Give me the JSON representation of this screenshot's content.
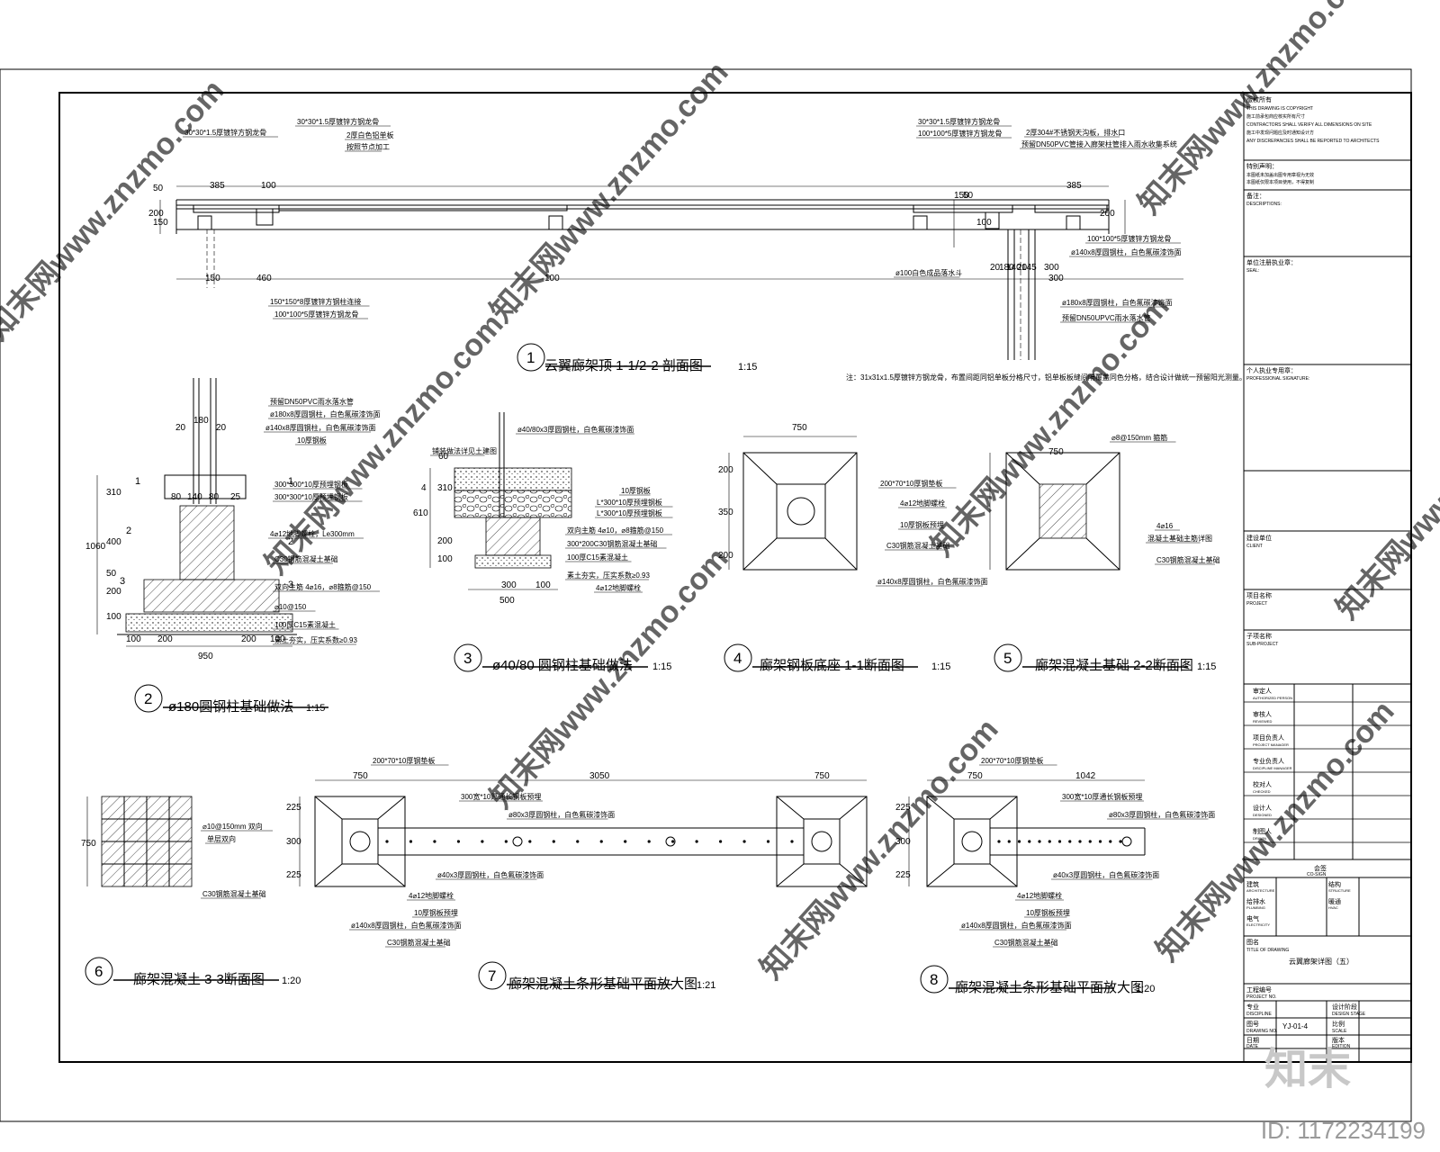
{
  "drawings": {
    "d1": {
      "num": "1",
      "title": "云翼廊架顶 1-1/2-2 剖面图",
      "scale": "1:15",
      "labels": [
        "30*30*1.5厚镀锌方钢龙骨",
        "30*30*1.5厚镀锌方钢龙骨",
        "2厚白色铝单板",
        "按照节点加工",
        "30*30*1.5厚镀锌方钢龙骨",
        "100*100*5厚镀锌方钢龙骨",
        "2厚304#不锈钢天沟板，排水口",
        "预留DN50PVC管接入廊架柱管排入雨水收集系统",
        "100*100*5厚镀锌方钢龙骨",
        "ø140x8厚圆钢柱，白色氟碳漆饰面",
        "ø100白色成品落水斗",
        "150*150*8厚镀锌方钢柱连接",
        "100*100*5厚镀锌方钢龙骨",
        "ø180x8厚圆钢柱，白色氟碳漆饰面",
        "预留DN50UPVC雨水落水管"
      ],
      "dims": [
        "385",
        "100",
        "200",
        "50",
        "150",
        "460",
        "150",
        "100",
        "300",
        "100",
        "150",
        "385",
        "180",
        "145",
        "300",
        "200",
        "20",
        "140",
        "20",
        "50"
      ],
      "note": "注：31x31x1.5厚镀锌方钢龙骨，布置间距同铝单板分格尺寸，铝单板板缝间隔覆盖同色分格，结合设计做统一预留阳光测量。"
    },
    "d2": {
      "num": "2",
      "title": "ø180圆钢柱基础做法",
      "scale": "1:15",
      "labels": [
        "预留DN50PVC雨水落水管",
        "ø180x8厚圆钢柱，白色氟碳漆饰面",
        "ø140x8厚圆钢柱，白色氟碳漆饰面",
        "10厚钢板",
        "300*300*10厚预埋钢板",
        "300*300*10厚预埋钢板",
        "4⌀12地脚螺栓，Le300mm",
        "C30钢筋混凝土基础",
        "双向主筋 4⌀16，⌀8箍筋@150",
        "⌀10@150",
        "100厚C15素混凝土",
        "素土夯实，压实系数≥0.93"
      ],
      "dims": [
        "180",
        "20",
        "20",
        "310",
        "400",
        "50",
        "200",
        "100",
        "1060",
        "80",
        "140",
        "80",
        "25",
        "100",
        "200",
        "200",
        "100",
        "950"
      ],
      "marks": [
        "1",
        "1",
        "2",
        "2",
        "3",
        "3"
      ]
    },
    "d3": {
      "num": "3",
      "title": "ø40/80 圆钢柱基础做法",
      "scale": "1:15",
      "labels": [
        "ø40/80x3厚圆钢柱，白色氟碳漆饰面",
        "铺装做法详见土建图",
        "10厚钢板",
        "L*300*10厚预埋钢板",
        "L*300*10厚预埋钢板",
        "双向主筋 4⌀10，⌀8箍筋@150",
        "300*200C30钢筋混凝土基础",
        "100厚C15素混凝土",
        "素土夯实，压实系数≥0.93",
        "4⌀12地脚螺栓"
      ],
      "dims": [
        "60",
        "310",
        "200",
        "100",
        "610",
        "4",
        "300",
        "100",
        "500"
      ]
    },
    "d4": {
      "num": "4",
      "title": "廊架钢板底座 1-1断面图",
      "scale": "1:15",
      "labels": [
        "200*70*10厚钢垫板",
        "4⌀12地脚螺栓",
        "10厚钢板预埋",
        "C30钢筋混凝土基础",
        "ø140x8厚圆钢柱，白色氟碳漆饰面"
      ],
      "dims": [
        "750",
        "200",
        "350",
        "200"
      ]
    },
    "d5": {
      "num": "5",
      "title": "廊架混凝土基础 2-2断面图",
      "scale": "1:15",
      "labels": [
        "⌀8@150mm 箍筋",
        "4⌀16",
        "混凝土基础主筋详图",
        "C30钢筋混凝土基础"
      ],
      "dims": [
        "750"
      ]
    },
    "d6": {
      "num": "6",
      "title": "廊架混凝土 3-3断面图",
      "scale": "1:20",
      "labels": [
        "⌀10@150mm 双向",
        "单层双向",
        "C30钢筋混凝土基础"
      ],
      "dims": [
        "750"
      ]
    },
    "d7": {
      "num": "7",
      "title": "廊架混凝土条形基础平面放大图",
      "scale": "1:21",
      "labels": [
        "200*70*10厚钢垫板",
        "300宽*10厚通长钢板预埋",
        "ø80x3厚圆钢柱，白色氟碳漆饰面",
        "ø40x3厚圆钢柱，白色氟碳漆饰面",
        "4⌀12地脚螺栓",
        "10厚钢板预埋",
        "ø140x8厚圆钢柱，白色氟碳漆饰面",
        "C30钢筋混凝土基础"
      ],
      "dims": [
        "750",
        "3050",
        "750",
        "225",
        "300",
        "225"
      ]
    },
    "d8": {
      "num": "8",
      "title": "廊架混凝土条形基础平面放大图",
      "scale": "1:20",
      "labels": [
        "200*70*10厚钢垫板",
        "300宽*10厚通长钢板预埋",
        "ø80x3厚圆钢柱，白色氟碳漆饰面",
        "ø40x3厚圆钢柱，白色氟碳漆饰面",
        "4⌀12地脚螺栓",
        "10厚钢板预埋",
        "ø140x8厚圆钢柱，白色氟碳漆饰面",
        "C30钢筋混凝土基础"
      ],
      "dims": [
        "750",
        "1042",
        "225",
        "300",
        "225"
      ]
    }
  },
  "title_block": {
    "copyright_title": "版权所有",
    "copyright_lines": [
      "THIS DRAWING IS COPYRIGHT",
      "施工前承包商应核实所有尺寸",
      "CONTRACTORS SHALL VERIFY ALL DIMENSIONS ON SITE",
      "施工中发现问题应及时通知设计方",
      "ANY DISCREPANCIES SHALL BE REPORTED TO ARCHITECTS"
    ],
    "notes_title": "特别声明：",
    "notes_lines": [
      "本图纸未加盖出图专用章视为无效",
      "本图纸仅限本项目使用，不得复制"
    ],
    "desc_label": "备注：",
    "desc_en": "DESCRIPTIONS:",
    "seal_label": "单位注册执业章：",
    "seal_en": "SEAL:",
    "sig_label": "个人执业专用章：",
    "sig_en": "PROFESSIONAL SIGNATURE:",
    "client_label": "建设单位",
    "client_en": "CLIENT",
    "project_label": "项目名称",
    "project_en": "PROJECT",
    "subproject_label": "子项名称",
    "subproject_en": "SUB-PROJECT",
    "roles": [
      {
        "cn": "审定人",
        "en": "AUTHORIZED PERSON"
      },
      {
        "cn": "审核人",
        "en": "REVIEWED"
      },
      {
        "cn": "项目负责人",
        "en": "PROJECT MANAGER"
      },
      {
        "cn": "专业负责人",
        "en": "DISCIPLINE MANAGER"
      },
      {
        "cn": "校对人",
        "en": "CHECKED"
      },
      {
        "cn": "设计人",
        "en": "DESIGNED"
      },
      {
        "cn": "制图人",
        "en": "DRAWN"
      }
    ],
    "cosign_label": "会签",
    "cosign_en": "CO-SIGN",
    "cosign_cells": [
      {
        "cn": "建筑",
        "en": "ARCHITECTURE"
      },
      {
        "cn": "结构",
        "en": "STRUCTURE"
      },
      {
        "cn": "给排水",
        "en": "PLUMBING"
      },
      {
        "cn": "暖通",
        "en": "HVAC"
      },
      {
        "cn": "电气",
        "en": "ELECTRICITY"
      }
    ],
    "drawing_name_label": "图名",
    "drawing_name_en": "TITLE OF DRAWING",
    "drawing_name_value": "云翼廊架详图（五）",
    "job_no_label": "工程编号",
    "job_no_en": "PROJECT NO.",
    "discipline_label": "专业",
    "discipline_en": "DISCIPLINE",
    "stage_label": "设计阶段",
    "stage_en": "DESIGN STAGE",
    "dwg_no_label": "图号",
    "dwg_no_en": "DRAWING NO.",
    "dwg_no_value": "YJ-01-4",
    "scale_label": "比例",
    "scale_en": "SCALE",
    "date_label": "日期",
    "date_en": "DATE",
    "version_label": "版本",
    "version_en": "EDITION"
  },
  "watermark": {
    "text": "知末网www.znzmo.com",
    "brand": "知末",
    "id": "ID: 1172234199"
  }
}
